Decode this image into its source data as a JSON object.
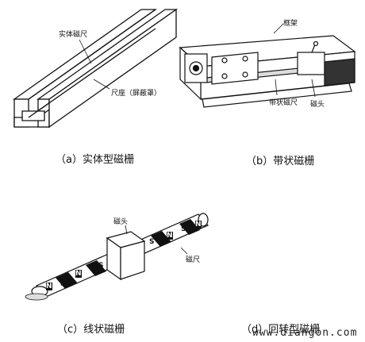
{
  "panel_a": {
    "label_magnet_scale": "实体磁尺",
    "label_base": "尺座（屏蔽罩）",
    "caption": "（a）实体型磁栅"
  },
  "panel_b": {
    "label_frame": "框架",
    "label_tape_scale": "带状磁尺",
    "label_head": "磁头",
    "caption": "（b）带状磁栅"
  },
  "panel_c": {
    "label_head": "磁头",
    "label_scale": "磁尺",
    "pole_s": "S",
    "pole_n": "N",
    "caption": "（c）线状磁栅"
  },
  "panel_d": {
    "caption": "（d）回转型磁栅"
  },
  "watermark": "www.diangon.com"
}
